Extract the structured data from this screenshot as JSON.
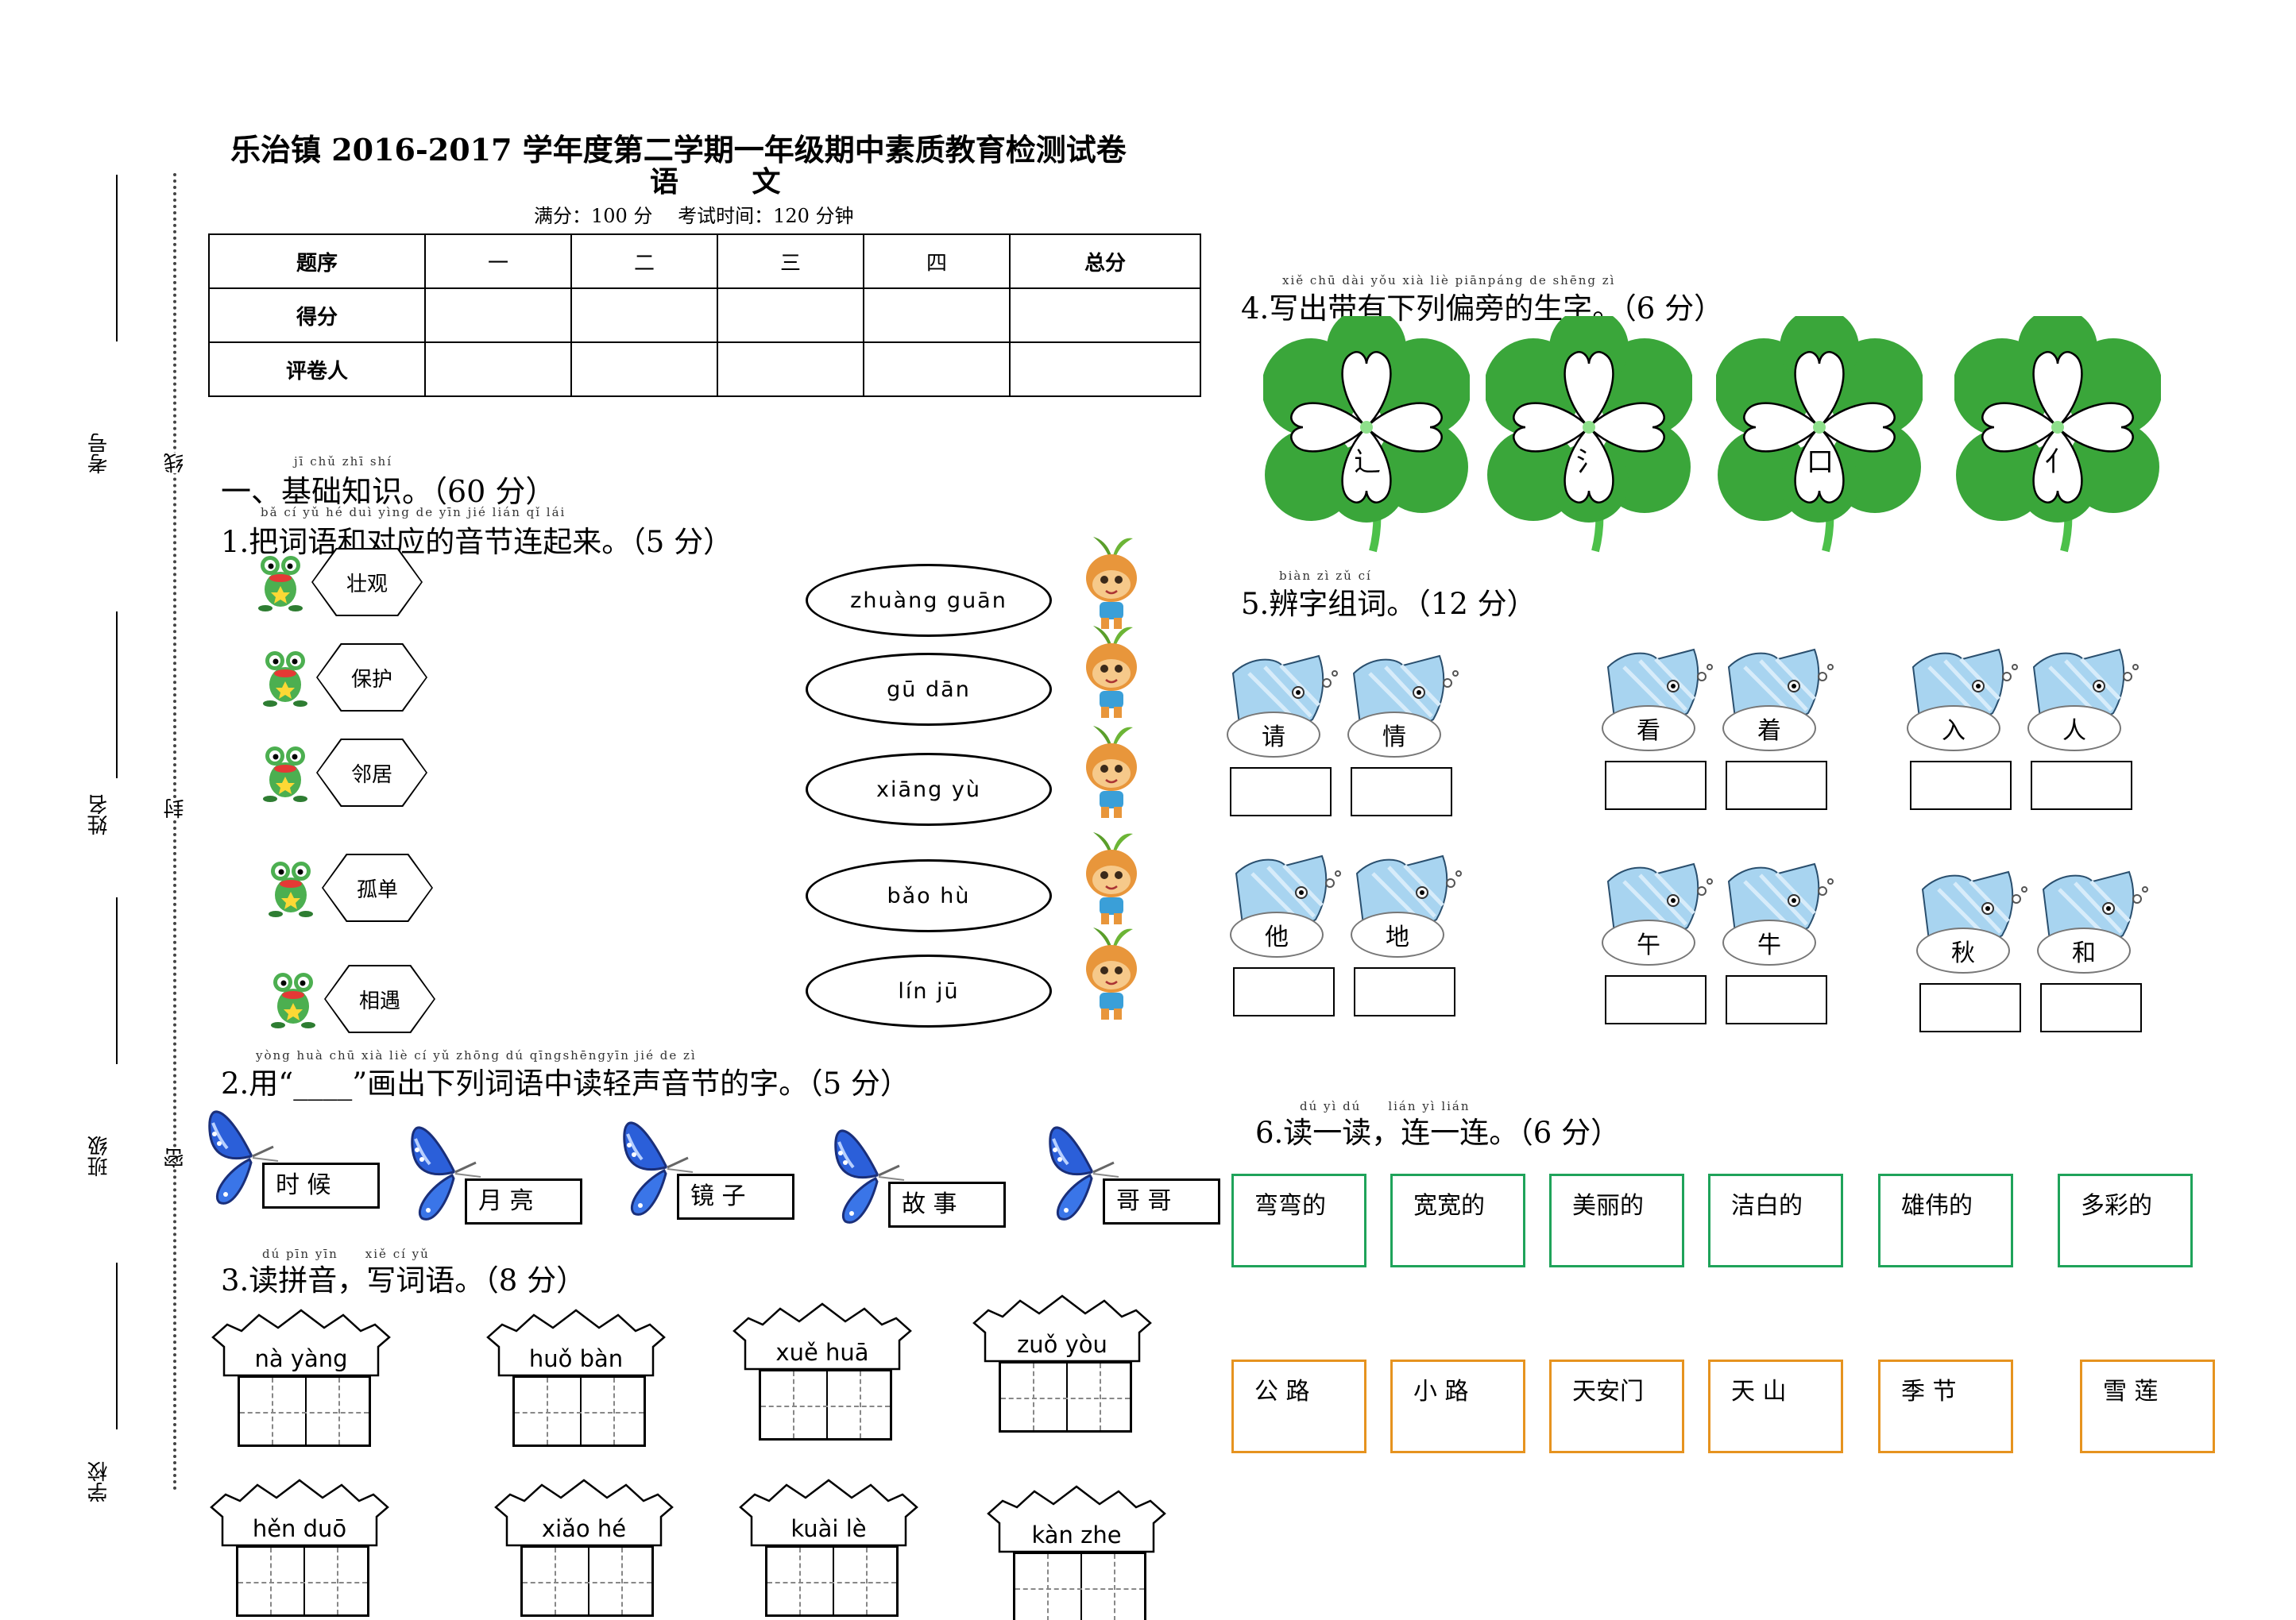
{
  "binding": {
    "exam_no": "考号",
    "name": "姓名",
    "class": "班级",
    "school": "学校",
    "line_char": "线",
    "seal_char": "封",
    "secret_char": "密"
  },
  "header": {
    "title": "乐治镇 2016-2017 学年度第二学期一年级期中素质教育检测试卷",
    "subject": "语 文",
    "score_info": "满分：100 分　 考试时间：120 分钟"
  },
  "score_table": {
    "row_headers": [
      "题序",
      "得分",
      "评卷人"
    ],
    "columns": [
      "一",
      "二",
      "三",
      "四",
      "总分"
    ]
  },
  "section1": {
    "pinyin": "jī chǔ zhī shí",
    "title": "一、基础知识。（60 分）"
  },
  "q1": {
    "pinyin": "bǎ cí yǔ hé duì yìng de yīn jié lián qǐ lái",
    "title": "1.把词语和对应的音节连起来。（5 分）",
    "words": [
      "壮观",
      "保护",
      "邻居",
      "孤单",
      "相遇"
    ],
    "syllables": [
      "zhuàng guān",
      "gū dān",
      "xiāng yù",
      "bǎo hù",
      "lín jū"
    ]
  },
  "q2": {
    "pinyin": "yòng huà chū xià liè cí yǔ zhōng dú qīngshēngyīn jié de zì",
    "title": "2.用“____”画出下列词语中读轻声音节的字。（5 分）",
    "words": [
      "时 候",
      "月 亮",
      "镜 子",
      "故 事",
      "哥 哥"
    ]
  },
  "q3": {
    "pinyin": "dú pīn yīn　　xiě cí yǔ",
    "title": "3.读拼音，写词语。（8 分）",
    "items": [
      "nà yàng",
      "huǒ bàn",
      "xuě huā",
      "zuǒ yòu",
      "hěn duō",
      "xiǎo hé",
      "kuài lè",
      "kàn zhe"
    ]
  },
  "q4": {
    "pinyin": "xiě chū dài yǒu xià liè piānpáng de shēng zì",
    "title": "4.写出带有下列偏旁的生字。（6 分）",
    "radicals": [
      "辶",
      "氵",
      "口",
      "亻"
    ]
  },
  "q5": {
    "pinyin": "biàn zì zǔ cí",
    "title": "5.辨字组词。（12 分）",
    "pairs": [
      [
        "请",
        "情"
      ],
      [
        "看",
        "着"
      ],
      [
        "入",
        "人"
      ],
      [
        "他",
        "地"
      ],
      [
        "午",
        "牛"
      ],
      [
        "秋",
        "和"
      ]
    ]
  },
  "q6": {
    "pinyin": "dú yì dú　　lián yì lián",
    "title": "6.读一读，连一连。（6 分）",
    "top": [
      "弯弯的",
      "宽宽的",
      "美丽的",
      "洁白的",
      "雄伟的",
      "多彩的"
    ],
    "bottom": [
      "公 路",
      "小 路",
      "天安门",
      "天 山",
      "季 节",
      "雪 莲"
    ]
  },
  "colors": {
    "leaf_green": "#2f9e3a",
    "fish_blue": "#9cc9e8",
    "butterfly_blue": "#2b5fd9",
    "box_green": "#1fa35a",
    "box_orange": "#e6931f"
  }
}
